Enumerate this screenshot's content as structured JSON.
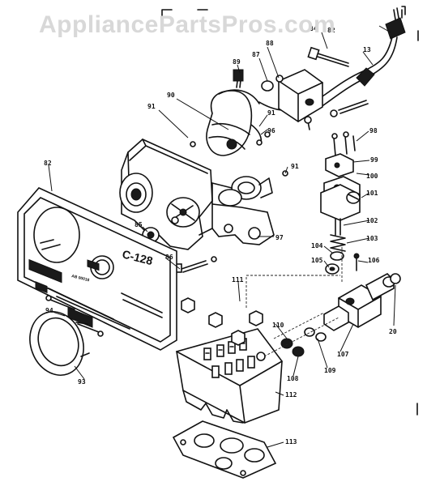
{
  "watermark": "AppliancePartsPros.com",
  "panel": {
    "model_text": "C-128",
    "small_text": "AB 00018"
  },
  "part_numbers": [
    {
      "id": "p82a",
      "label": "82"
    },
    {
      "id": "p84",
      "label": "84"
    },
    {
      "id": "p13",
      "label": "13"
    },
    {
      "id": "p89",
      "label": "89"
    },
    {
      "id": "p87",
      "label": "87"
    },
    {
      "id": "p88",
      "label": "88"
    },
    {
      "id": "p90",
      "label": "90"
    },
    {
      "id": "p91a",
      "label": "91"
    },
    {
      "id": "p91b",
      "label": "91"
    },
    {
      "id": "p91c",
      "label": "91"
    },
    {
      "id": "p98",
      "label": "98"
    },
    {
      "id": "p99",
      "label": "99"
    },
    {
      "id": "p100",
      "label": "100"
    },
    {
      "id": "p101",
      "label": "101"
    },
    {
      "id": "p102",
      "label": "102"
    },
    {
      "id": "p103",
      "label": "103"
    },
    {
      "id": "p104",
      "label": "104"
    },
    {
      "id": "p105",
      "label": "105"
    },
    {
      "id": "p106",
      "label": "106"
    },
    {
      "id": "p82b",
      "label": "82"
    },
    {
      "id": "p85",
      "label": "85"
    },
    {
      "id": "p86",
      "label": "86"
    },
    {
      "id": "p97",
      "label": "97"
    },
    {
      "id": "p96",
      "label": "96"
    },
    {
      "id": "p111",
      "label": "111"
    },
    {
      "id": "p94",
      "label": "94"
    },
    {
      "id": "p93",
      "label": "93"
    },
    {
      "id": "p110",
      "label": "110"
    },
    {
      "id": "p108",
      "label": "108"
    },
    {
      "id": "p109",
      "label": "109"
    },
    {
      "id": "p107",
      "label": "107"
    },
    {
      "id": "p20",
      "label": "20"
    },
    {
      "id": "p112",
      "label": "112"
    },
    {
      "id": "p113",
      "label": "113"
    }
  ]
}
